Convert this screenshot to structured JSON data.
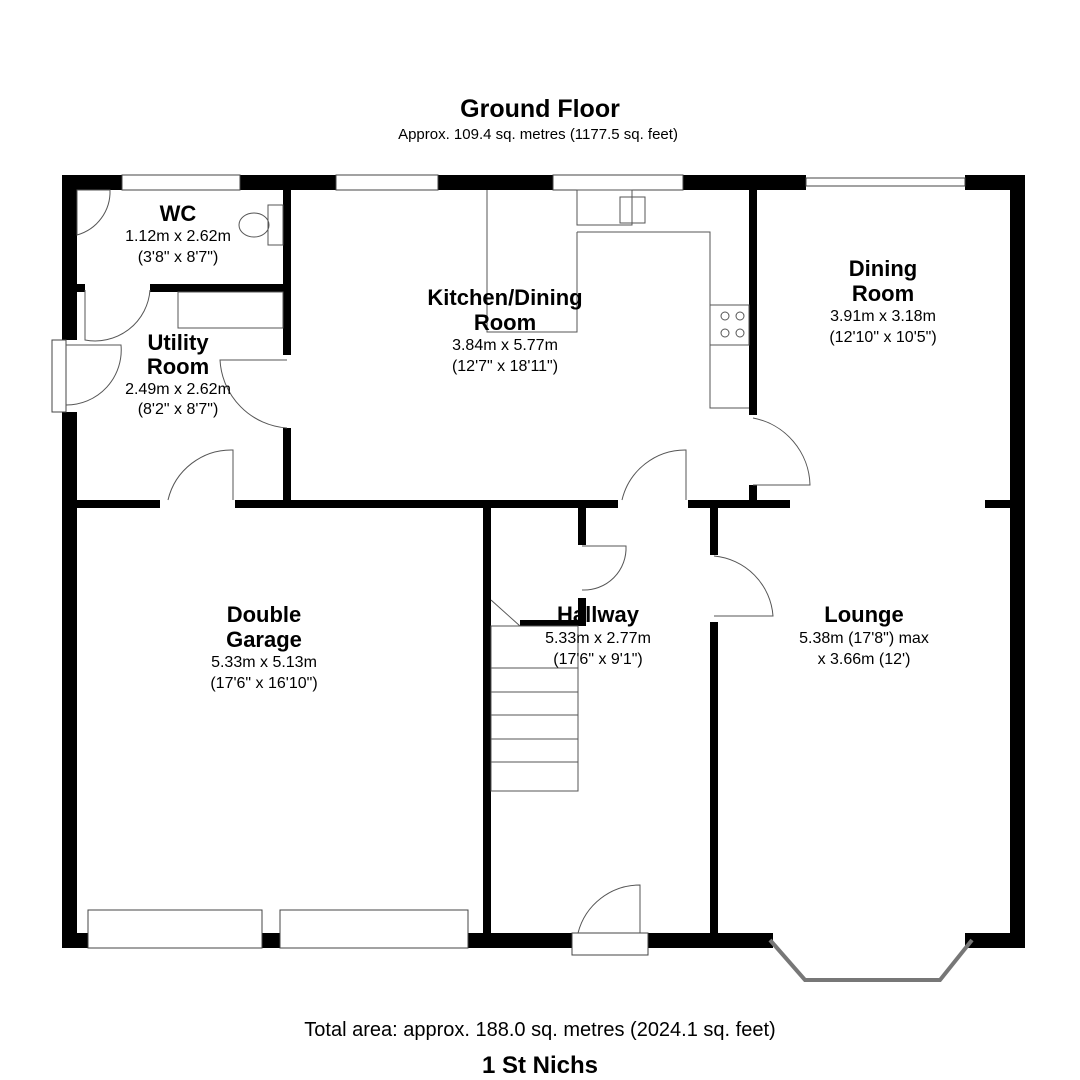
{
  "header": {
    "title": "Ground Floor",
    "subtitle": "Approx. 109.4 sq. metres (1177.5 sq. feet)"
  },
  "rooms": {
    "wc": {
      "name": "WC",
      "metric": "1.12m x 2.62m",
      "imperial": "(3'8\" x 8'7\")"
    },
    "utility": {
      "name1": "Utility",
      "name2": "Room",
      "metric": "2.49m x 2.62m",
      "imperial": "(8'2\" x 8'7\")"
    },
    "kitchen": {
      "name1": "Kitchen/Dining",
      "name2": "Room",
      "metric": "3.84m x 5.77m",
      "imperial": "(12'7\" x 18'11\")"
    },
    "dining": {
      "name1": "Dining",
      "name2": "Room",
      "metric": "3.91m x 3.18m",
      "imperial": "(12'10\" x 10'5\")"
    },
    "garage": {
      "name1": "Double",
      "name2": "Garage",
      "metric": "5.33m x 5.13m",
      "imperial": "(17'6\" x 16'10\")"
    },
    "hallway": {
      "name": "Hallway",
      "metric": "5.33m x 2.77m",
      "imperial": "(17'6\" x 9'1\")"
    },
    "lounge": {
      "name": "Lounge",
      "line1": "5.38m (17'8\") max",
      "line2": "x 3.66m (12')"
    }
  },
  "footer": {
    "total": "Total area: approx. 188.0 sq. metres (2024.1 sq. feet)",
    "property": "1 St Nichs"
  }
}
